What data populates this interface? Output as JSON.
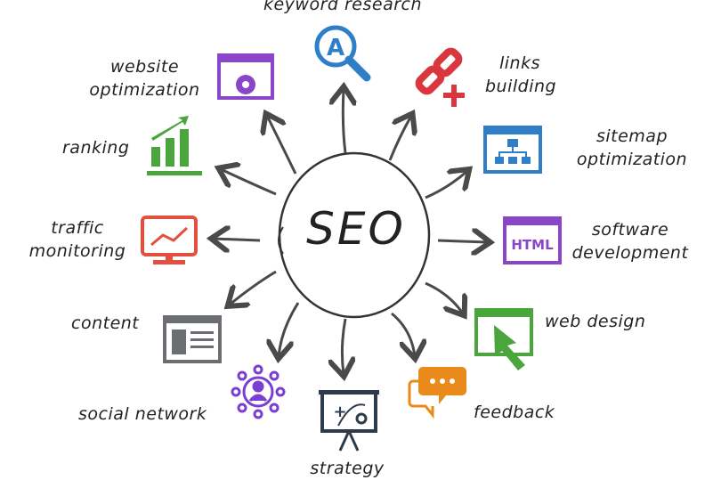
{
  "center": "SEO",
  "colors": {
    "blue": "#2f7fc8",
    "red": "#d9363e",
    "purple": "#8a46c8",
    "green": "#4aa63c",
    "orange": "#ea8a1a",
    "gray": "#6b6f73",
    "dark": "#2d3b4a",
    "arrow": "#4a4a4a"
  },
  "items": {
    "keyword": "keyword research",
    "keyword_icon_letter": "A",
    "links_1": "links",
    "links_2": "building",
    "sitemap_1": "sitemap",
    "sitemap_2": "optimization",
    "software_1": "software",
    "software_2": "development",
    "software_icon_text": "HTML",
    "webdesign": "web design",
    "feedback": "feedback",
    "strategy": "strategy",
    "social": "social network",
    "content": "content",
    "traffic_1": "traffic",
    "traffic_2": "monitoring",
    "ranking": "ranking",
    "website_1": "website",
    "website_2": "optimization"
  }
}
